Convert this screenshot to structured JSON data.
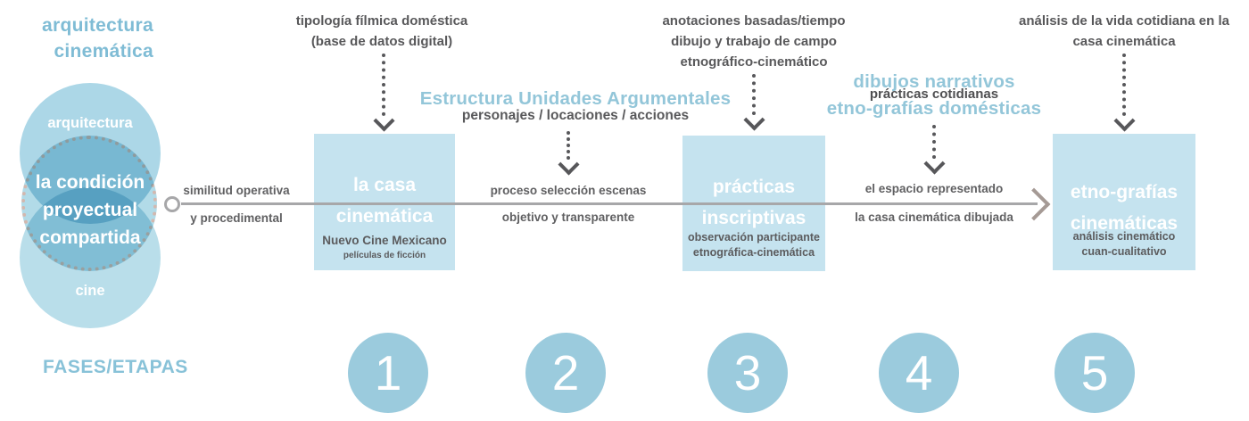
{
  "title": {
    "line1": "arquitectura",
    "line2": "cinemática"
  },
  "venn": {
    "top_label": "arquitectura",
    "center_line1": "la condición",
    "center_line2": "proyectual",
    "center_line3": "compartida",
    "bottom_label": "cine"
  },
  "fases_label": "FASES/ETAPAS",
  "annotations": {
    "t1_line1": "tipología fílmica doméstica",
    "t1_line2": "(base de datos digital)",
    "t2_heading": "Estructura Unidades Argumentales",
    "t2_sub": "personajes / locaciones / acciones",
    "t3_line1": "anotaciones basadas/tiempo",
    "t3_line2": "dibujo y trabajo de campo",
    "t3_line3": "etnográfico-cinemático",
    "t4_heading1": "dibujos narrativos",
    "t4_sub": "prácticas cotidianas",
    "t4_heading2": "etno-grafías domésticas",
    "t5_line1": "análisis de la vida cotidiana en la",
    "t5_line2": "casa cinemática"
  },
  "arrow_labels": {
    "seg1_above": "similitud operativa",
    "seg1_below": "y procedimental",
    "seg2_above": "proceso selección escenas",
    "seg2_below": "objetivo y transparente",
    "seg3_above": "el espacio representado",
    "seg3_below": "la casa cinemática dibujada"
  },
  "boxes": [
    {
      "title1": "la casa",
      "title2": "cinemática",
      "sub1": "Nuevo Cine Mexicano",
      "sub2": "películas de ficción"
    },
    {
      "title1": "prácticas",
      "title2": "inscriptivas",
      "sub1": "observación participante",
      "sub2": "etnográfica-cinemática"
    },
    {
      "title1": "etno-grafías",
      "title2": "cinemáticas",
      "sub1": "análisis cinemático",
      "sub2": "cuan-cualitativo"
    }
  ],
  "phases": [
    "1",
    "2",
    "3",
    "4",
    "5"
  ],
  "colors": {
    "box_fill": "#c5e3ef",
    "phase_circle": "#9bcbdd",
    "heading_blue": "#93c6d9",
    "title_blue": "#7fbcd5",
    "text_dark": "#58585a",
    "arrow_gray": "#a7a7a9",
    "dotted_ring_tan": "#c7a69b"
  }
}
